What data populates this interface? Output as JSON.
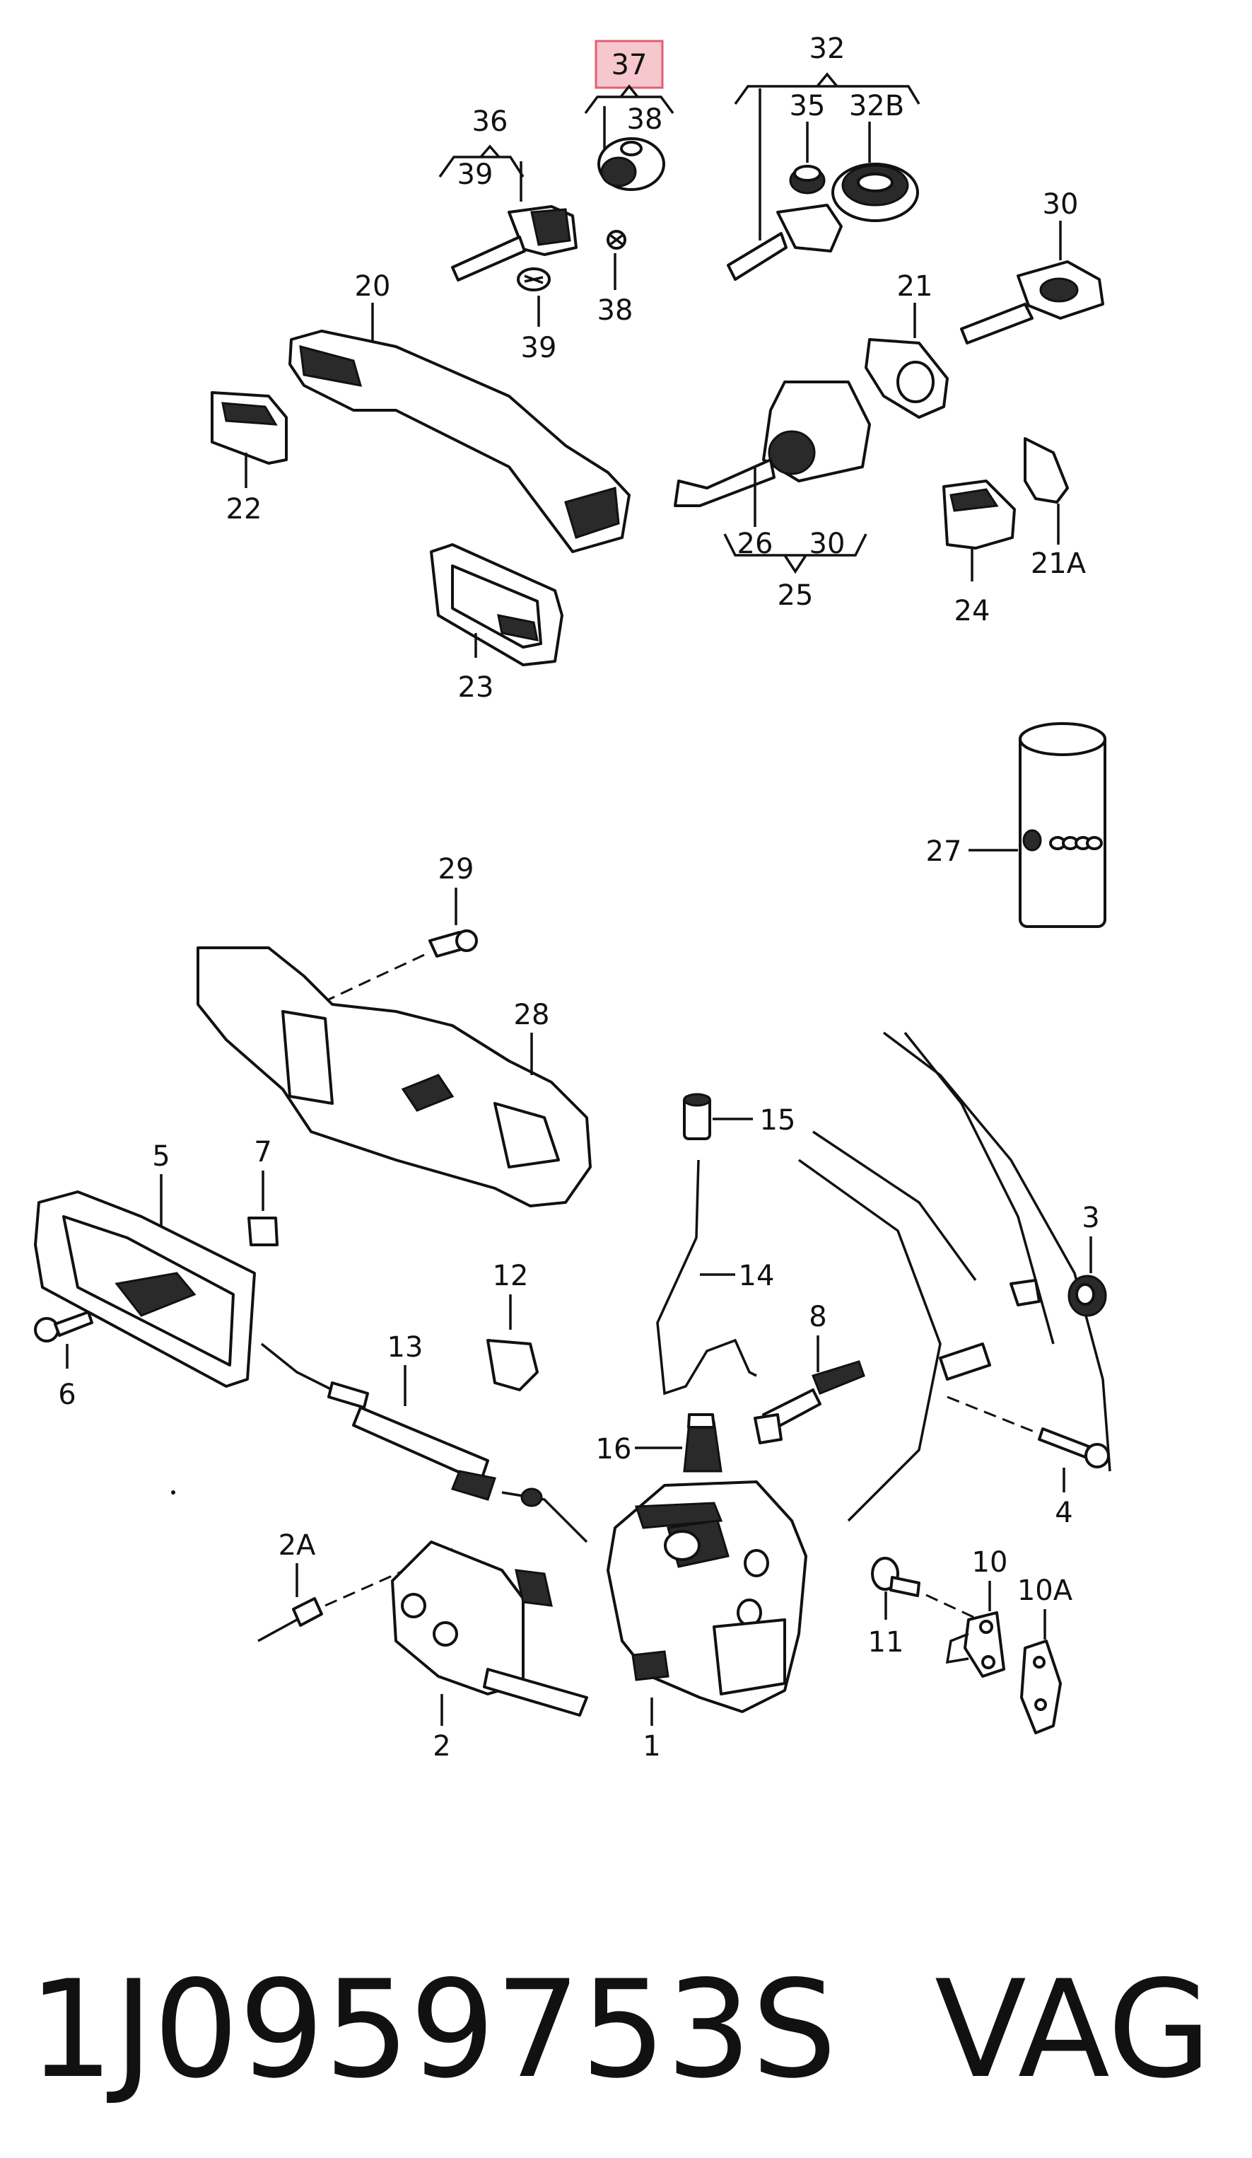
{
  "callouts": {
    "c37": "37",
    "c38a": "38",
    "c32": "32",
    "c35": "35",
    "c32b": "32B",
    "c36": "36",
    "c39a": "39",
    "c38b": "38",
    "c39b": "39",
    "c30a": "30",
    "c20": "20",
    "c21": "21",
    "c22": "22",
    "c26": "26",
    "c30b": "30",
    "c25": "25",
    "c21a": "21A",
    "c24": "24",
    "c23": "23",
    "c27": "27",
    "c29": "29",
    "c28": "28",
    "c15": "15",
    "c14": "14",
    "c5": "5",
    "c7": "7",
    "c3": "3",
    "c12": "12",
    "c6": "6",
    "c13": "13",
    "c8": "8",
    "c16": "16",
    "c4": "4",
    "c2a": "2A",
    "c10": "10",
    "c10a": "10A",
    "c11": "11",
    "c2": "2",
    "c1": "1"
  },
  "highlight": {
    "part": "37",
    "color": "#e57a87"
  },
  "footer": {
    "part_number": "1J0959753S",
    "brand": "VAG"
  }
}
